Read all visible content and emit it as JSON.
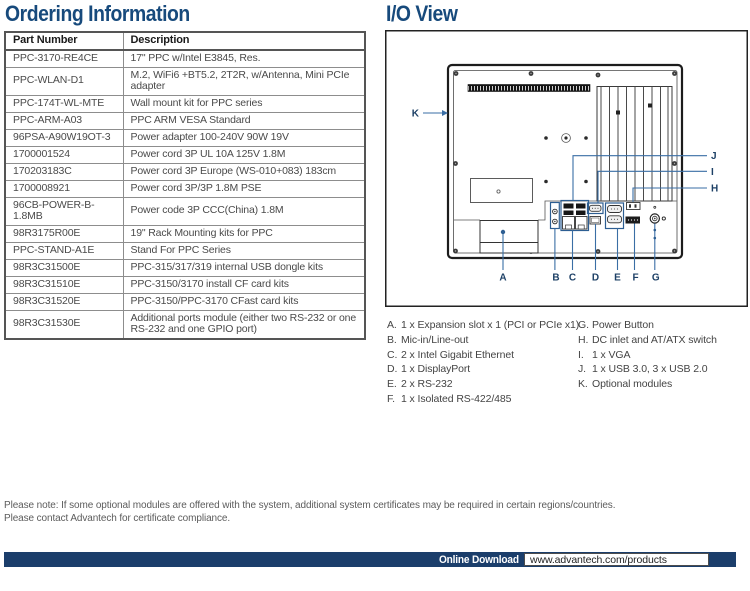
{
  "page": {
    "left_heading": "Ordering Information",
    "right_heading": "I/O View",
    "note_line1": "Please note: If some optional modules are offered with the system, additional system certificates may be required in certain regions/countries.",
    "note_line2": "Please contact Advantech for certificate compliance.",
    "download_label": "Online Download",
    "download_url": "www.advantech.com/products"
  },
  "colors": {
    "heading_navy": "#174a7c",
    "callout_blue": "#3a6ea5",
    "callout_letter_navy": "#1d4066",
    "bar_navy": "#1b3e6b"
  },
  "ordering_table": {
    "headers": [
      "Part Number",
      "Description"
    ],
    "rows": [
      {
        "part": "PPC-3170-RE4CE",
        "desc": "17\" PPC w/Intel E3845, Res."
      },
      {
        "part": "PPC-WLAN-D1",
        "desc": "M.2, WiFi6 +BT5.2, 2T2R, w/Antenna, Mini PCIe adapter"
      },
      {
        "part": "PPC-174T-WL-MTE",
        "desc": "Wall mount kit for PPC series"
      },
      {
        "part": "PPC-ARM-A03",
        "desc": "PPC ARM VESA Standard"
      },
      {
        "part": "96PSA-A90W19OT-3",
        "desc": "Power adapter 100-240V 90W 19V"
      },
      {
        "part": "1700001524",
        "desc": "Power cord 3P UL 10A 125V 1.8M"
      },
      {
        "part": "170203183C",
        "desc": "Power cord 3P Europe (WS-010+083) 183cm"
      },
      {
        "part": "1700008921",
        "desc": "Power cord 3P/3P 1.8M PSE"
      },
      {
        "part": "96CB-POWER-B-1.8MB",
        "desc": "Power code 3P CCC(China) 1.8M"
      },
      {
        "part": "98R3175R00E",
        "desc": "19\" Rack Mounting kits for PPC"
      },
      {
        "part": "PPC-STAND-A1E",
        "desc": "Stand For PPC Series"
      },
      {
        "part": "98R3C31500E",
        "desc": "PPC-315/317/319 internal USB dongle kits"
      },
      {
        "part": "98R3C31510E",
        "desc": "PPC-3150/3170 install CF card kits"
      },
      {
        "part": "98R3C31520E",
        "desc": "PPC-3150/PPC-3170 CFast card kits"
      },
      {
        "part": "98R3C31530E",
        "desc": "Additional ports module (either two RS-232 or one RS-232 and one GPIO port)"
      }
    ]
  },
  "io_view": {
    "callouts": {
      "a": "A",
      "b": "B",
      "c": "C",
      "d": "D",
      "e": "E",
      "f": "F",
      "g": "G",
      "h": "H",
      "i": "I",
      "j": "J",
      "k": "K"
    },
    "legend_col1": [
      {
        "letter": "A.",
        "text": "1 x Expansion slot x 1 (PCI or PCIe x1)"
      },
      {
        "letter": "B.",
        "text": "Mic-in/Line-out"
      },
      {
        "letter": "C.",
        "text": "2 x Intel Gigabit Ethernet"
      },
      {
        "letter": "D.",
        "text": "1 x DisplayPort"
      },
      {
        "letter": "E.",
        "text": "2 x RS-232"
      },
      {
        "letter": "F.",
        "text": "1 x Isolated RS-422/485"
      }
    ],
    "legend_col2": [
      {
        "letter": "G.",
        "text": "Power Button"
      },
      {
        "letter": "H.",
        "text": "DC inlet and AT/ATX switch"
      },
      {
        "letter": "I.",
        "text": "1 x VGA"
      },
      {
        "letter": "J.",
        "text": "1 x USB 3.0, 3 x USB 2.0"
      },
      {
        "letter": "K.",
        "text": "Optional modules"
      }
    ]
  }
}
